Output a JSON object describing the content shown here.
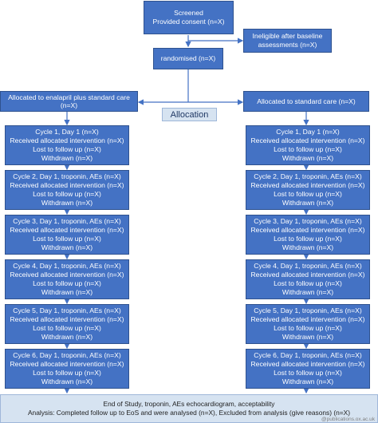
{
  "screened": {
    "line1": "Screened",
    "line2": "Provided consent (n=X)"
  },
  "ineligible": {
    "line1": "Ineligible after baseline",
    "line2": "assessments (n=X)"
  },
  "randomised": {
    "label": "randomised (n=X)"
  },
  "allocation": {
    "label": "Allocation"
  },
  "arms": {
    "left": {
      "line1": "Allocated to enalapril plus standard care",
      "line2": "(n=X)"
    },
    "right": {
      "line1": "Allocated to standard care (n=X)"
    }
  },
  "cycles": [
    {
      "title": "Cycle 1, Day 1 (n=X)",
      "received": "Received allocated intervention (n=X)",
      "lost": "Lost to follow up (n=X)",
      "withdrawn": "Withdrawn (n=X)"
    },
    {
      "title": "Cycle 2, Day 1, troponin, AEs (n=X)",
      "received": "Received allocated intervention (n=X)",
      "lost": "Lost to follow up (n=X)",
      "withdrawn": "Withdrawn (n=X)"
    },
    {
      "title": "Cycle 3, Day 1, troponin, AEs (n=X)",
      "received": "Received allocated intervention (n=X)",
      "lost": "Lost to follow up (n=X)",
      "withdrawn": "Withdrawn (n=X)"
    },
    {
      "title": "Cycle 4, Day 1, troponin, AEs (n=X)",
      "received": "Received allocated intervention (n=X)",
      "lost": "Lost to follow up (n=X)",
      "withdrawn": "Withdrawn (n=X)"
    },
    {
      "title": "Cycle 5, Day 1, troponin, AEs (n=X)",
      "received": "Received allocated intervention (n=X)",
      "lost": "Lost to follow up (n=X)",
      "withdrawn": "Withdrawn (n=X)"
    },
    {
      "title": "Cycle 6, Day 1, troponin, AEs (n=X)",
      "received": "Received allocated intervention (n=X)",
      "lost": "Lost to follow up (n=X)",
      "withdrawn": "Withdrawn (n=X)"
    }
  ],
  "end": {
    "line1": "End of Study, troponin, AEs echocardiogram, acceptability",
    "line2": "Analysis: Completed follow up to EoS and were analysed (n=X), Excluded from analysis (give reasons) (n=X)"
  },
  "watermark": "@publications.ox.ac.uk",
  "colors": {
    "box_fill": "#4472c4",
    "box_border": "#2f528f",
    "light_fill": "#d6e3f1",
    "connector": "#4472c4"
  }
}
